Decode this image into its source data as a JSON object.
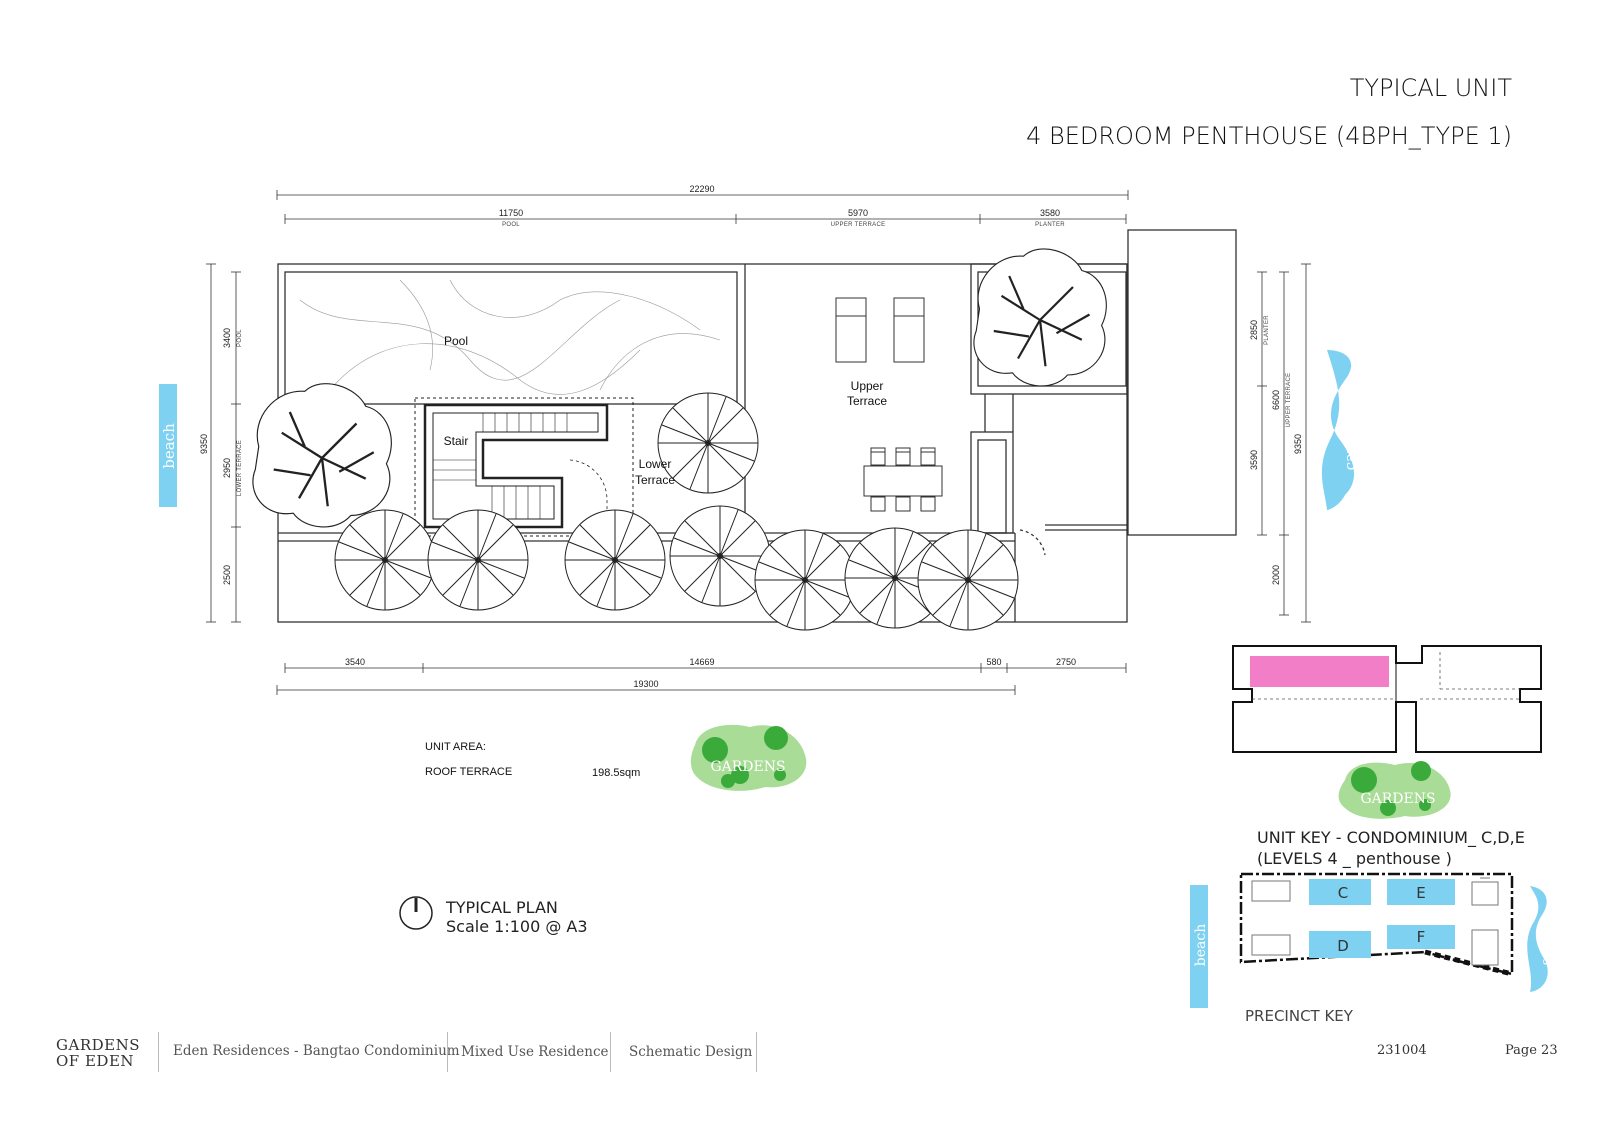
{
  "header": {
    "title_line1": "TYPICAL UNIT",
    "title_line2": "4 BEDROOM PENTHOUSE (4BPH_TYPE 1)"
  },
  "plan": {
    "dims_top": {
      "overall": "22290",
      "pool": "11750",
      "pool_sub": "POOL",
      "upper_terrace": "5970",
      "upper_terrace_sub": "UPPER TERRACE",
      "planter": "3580",
      "planter_sub": "PLANTER"
    },
    "dims_left": {
      "overall": "9350",
      "pool": "3400",
      "pool_sub": "POOL",
      "lower_terrace": "2950",
      "lower_terrace_sub": "LOWER TERRACE",
      "bottom": "2500"
    },
    "dims_right": {
      "planter": "2850",
      "planter_sub": "PLANTER",
      "upper_terrace": "6600",
      "upper_terrace_sub": "UPPER TERRACE",
      "overall": "9350",
      "middle": "3590",
      "bottom": "2000"
    },
    "dims_bottom": {
      "a": "3540",
      "b": "14669",
      "c": "580",
      "d": "2750",
      "overall": "19300"
    },
    "room_labels": {
      "pool": "Pool",
      "stair": "Stair",
      "lower_terrace_1": "Lower",
      "lower_terrace_2": "Terrace",
      "upper_terrace_1": "Upper",
      "upper_terrace_2": "Terrace"
    },
    "side_labels": {
      "left": "beach",
      "right": "canal"
    }
  },
  "unit_area": {
    "heading": "UNIT AREA:",
    "row_label": "ROOF TERRACE",
    "row_value": "198.5sqm"
  },
  "gardens_label": "GARDENS",
  "typical_plan": {
    "title": "TYPICAL PLAN",
    "scale": "Scale 1:100 @ A3"
  },
  "unit_key": {
    "line1": "UNIT KEY - CONDOMINIUM_ C,D,E",
    "line2": "(LEVELS 4 _ penthouse )",
    "gardens_label": "GARDENS"
  },
  "precinct_key": {
    "label": "PRECINCT KEY",
    "blocks": [
      "C",
      "E",
      "D",
      "F"
    ],
    "beach": "beach",
    "canal": "canal"
  },
  "footer": {
    "logo_line1": "GARDENS",
    "logo_line2": "OF EDEN",
    "project": "Eden Residences - Bangtao Condominium",
    "type": "Mixed Use Residence",
    "stage": "Schematic Design",
    "code": "231004",
    "page": "Page 23"
  },
  "colors": {
    "water": "#7fd1f2",
    "highlight": "#f27ec8",
    "green_dark": "#3aaa3a",
    "green_light": "#a9dc96"
  }
}
